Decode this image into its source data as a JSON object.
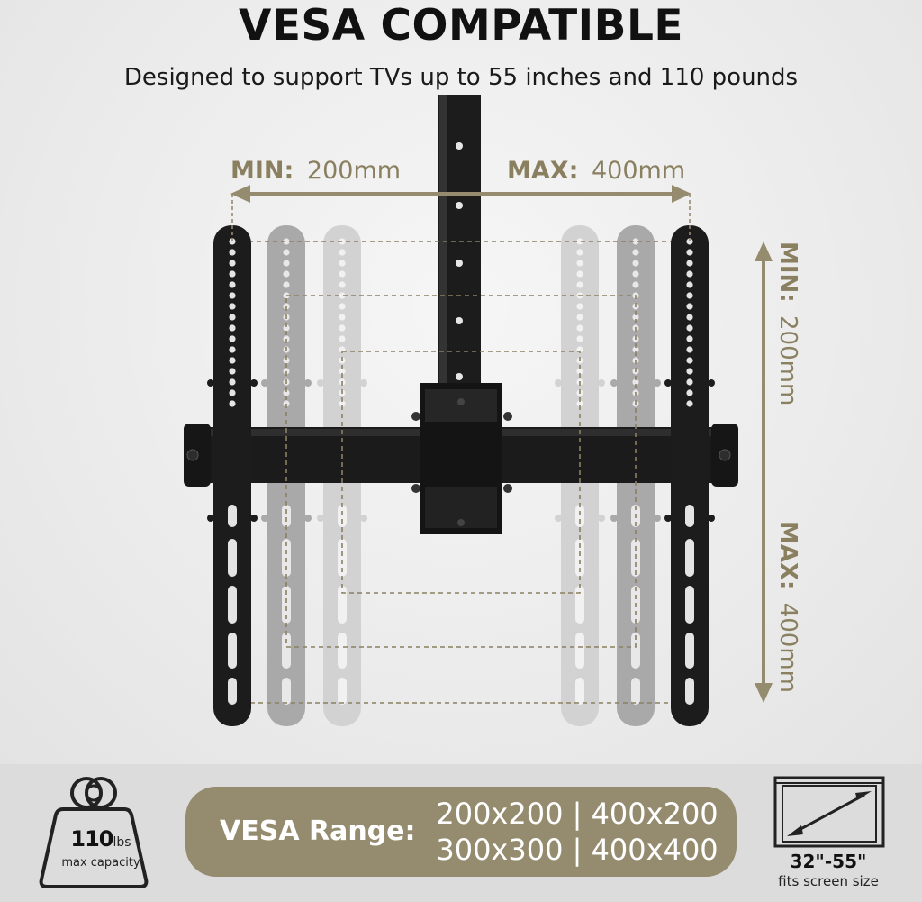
{
  "header": {
    "title": "VESA COMPATIBLE",
    "subtitle": "Designed to support TVs up to 55 inches and 110 pounds"
  },
  "diagram": {
    "width": {
      "min_label": "MIN:",
      "min_value": "200mm",
      "max_label": "MAX:",
      "max_value": "400mm"
    },
    "height": {
      "min_label": "MIN:",
      "min_value": "200mm",
      "max_label": "MAX:",
      "max_value": "400mm"
    }
  },
  "weight": {
    "value": "110",
    "unit": "lbs",
    "caption": "max capacity"
  },
  "vesa_range": {
    "label": "VESA Range:",
    "line1": "200x200 | 400x200",
    "line2": "300x300 | 400x400"
  },
  "screen": {
    "size": "32\"-55\"",
    "caption": "fits screen size"
  },
  "colors": {
    "accent": "#958b6e",
    "dimension_text": "#8a8060",
    "bracket": "#1c1c1c",
    "background": "#ececec"
  },
  "icons": [
    "weight-icon",
    "screen-icon"
  ]
}
